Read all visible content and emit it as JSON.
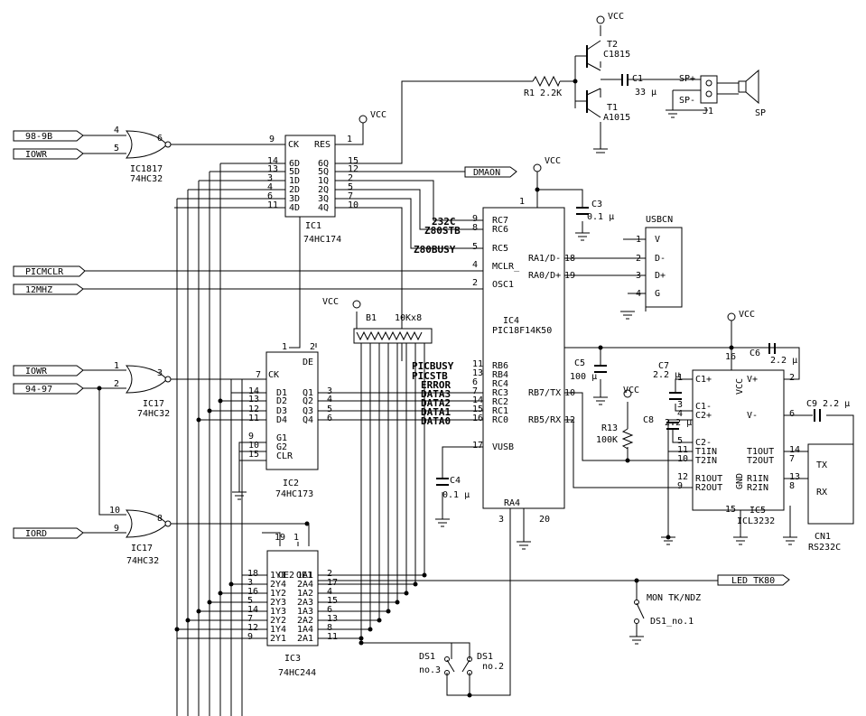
{
  "labels": {
    "vcc": "VCC",
    "ic1_name": "IC1",
    "ic1_type": "74HC174",
    "ic1817_name": "IC1817",
    "ic1817_type": "74HC32",
    "ic17a_name": "IC17",
    "ic17a_type": "74HC32",
    "ic17b_name": "IC17",
    "ic17b_type": "74HC32",
    "ic2_name": "IC2",
    "ic2_type": "74HC173",
    "ic3_name": "IC3",
    "ic3_type": "74HC244",
    "ic4_name": "IC4",
    "ic4_type": "PIC18F14K50",
    "ic5_name": "IC5",
    "ic5_type": "ICL3232",
    "t1_name": "T1",
    "t1_type": "A1015",
    "t2_name": "T2",
    "t2_type": "C1815",
    "r1": "R1  2.2K",
    "r13_name": "R13",
    "r13_value": "100K",
    "c1_name": "C1",
    "c1_value": "33 μ",
    "c3_name": "C3",
    "c3_value": "0.1 μ",
    "c4_name": "C4",
    "c4_value": "0.1 μ",
    "c5_name": "C5",
    "c5_value": "100 μ",
    "c6_name": "C6",
    "c6_value": "2.2 μ",
    "c7_name": "C7",
    "c7_value": "2.2 μ",
    "c8_name": "C8",
    "c8_value": "2.2 μ",
    "c9": "C9  2.2 μ",
    "b1_name": "B1",
    "b1_value": "10Kx8",
    "j1": "J1",
    "sp_plus": "SP+",
    "sp_minus": "SP-",
    "sp": "SP",
    "usbcn": "USBCN",
    "usb_v": "V",
    "usb_dm": "D-",
    "usb_dp": "D+",
    "usb_g": "G",
    "cn1_name": "CN1",
    "cn1_type": "RS232C",
    "tx": "TX",
    "rx": "RX",
    "mon": "MON TK/NDZ",
    "ds1_no1": "DS1_no.1",
    "ds1": "DS1",
    "no3": "no.3",
    "no2": "no.2",
    "de": "DE",
    "ck": "CK",
    "res": "RES"
  },
  "ports": {
    "p98": "98-9B",
    "iowr1": "IOWR",
    "picmclr": "PICMCLR",
    "mhz": "12MHZ",
    "iowr2": "IOWR",
    "p94": "94-97",
    "iord": "IORD",
    "dmaon": "DMAON",
    "led": "LED_TK80"
  },
  "signals": {
    "s232c": "232C",
    "z80stb": "Z80STB",
    "z80busy": "Z80BUSY",
    "picbusy": "PICBUSY",
    "picstb": "PICSTB",
    "error": "ERROR",
    "data3": "DATA3",
    "data2": "DATA2",
    "data1": "DATA1",
    "data0": "DATA0"
  },
  "ic1_left": [
    "6D",
    "5D",
    "1D",
    "2D",
    "3D",
    "4D"
  ],
  "ic1_right": [
    "6Q",
    "5Q",
    "1Q",
    "2Q",
    "3Q",
    "4Q"
  ],
  "ic1_lnum": [
    "14",
    "13",
    "3",
    "4",
    "6",
    "11"
  ],
  "ic1_rnum": [
    "15",
    "12",
    "2",
    "5",
    "7",
    "10"
  ],
  "ic2_left": [
    "D1",
    "D2",
    "D3",
    "D4"
  ],
  "ic2_right": [
    "Q1",
    "Q2",
    "Q3",
    "Q4"
  ],
  "ic2_lnum": [
    "14",
    "13",
    "12",
    "11"
  ],
  "ic2_rnum": [
    "3",
    "4",
    "5",
    "6"
  ],
  "ic2_ctl": [
    "G1",
    "G2",
    "CLR"
  ],
  "ic2_ctlnum": [
    "9",
    "10",
    "15"
  ],
  "ic3_left": [
    "1Y1",
    "2Y4",
    "1Y2",
    "2Y3",
    "1Y3",
    "2Y2",
    "1Y4",
    "2Y1"
  ],
  "ic3_right": [
    "1A1",
    "2A4",
    "1A2",
    "2A3",
    "1A3",
    "2A2",
    "1A4",
    "2A1"
  ],
  "ic3_lnum": [
    "18",
    "3",
    "16",
    "5",
    "14",
    "7",
    "12",
    "9"
  ],
  "ic3_rnum": [
    "2",
    "17",
    "4",
    "15",
    "6",
    "13",
    "8",
    "11"
  ],
  "ic3_top": [
    "OE2",
    "OE1"
  ],
  "ic4_left": [
    "RC7",
    "RC6",
    "RC5",
    "MCLR_",
    "OSC1",
    "RB6",
    "RB4",
    "RC4",
    "RC3",
    "RC2",
    "RC1",
    "RC0",
    "VUSB",
    "RA4"
  ],
  "ic4_lnum": [
    "9",
    "8",
    "5",
    "4",
    "2",
    "11",
    "13",
    "6",
    "7",
    "14",
    "15",
    "16",
    "17",
    "3"
  ],
  "ic4_right": [
    "RA1/D-",
    "RA0/D+",
    "RB7/TX",
    "RB5/RX"
  ],
  "ic4_rnum": [
    "18",
    "19",
    "10",
    "12"
  ],
  "ic4_pwr": [
    "1",
    "20"
  ],
  "ic5_left": [
    "C1+",
    "C1-",
    "C2+",
    "C2-",
    "T1IN",
    "T2IN",
    "R1OUT",
    "R2OUT"
  ],
  "ic5_lnum": [
    "1",
    "3",
    "4",
    "5",
    "11",
    "10",
    "12",
    "9"
  ],
  "ic5_right": [
    "V+",
    "V-",
    "T1OUT",
    "T2OUT",
    "R1IN",
    "R2IN"
  ],
  "ic5_rnum": [
    "2",
    "6",
    "14",
    "7",
    "13",
    "8"
  ],
  "ic5_mid": [
    "VCC",
    "GND"
  ],
  "ic5_pwr": [
    "16",
    "15"
  ],
  "usb_pins": [
    "1",
    "2",
    "3",
    "4"
  ],
  "gate_pins": [
    "4",
    "5",
    "6",
    "1",
    "2",
    "3",
    "10",
    "9",
    "8"
  ],
  "misc_pins": [
    "9",
    "1",
    "7",
    "1",
    "2",
    "19",
    "1"
  ]
}
